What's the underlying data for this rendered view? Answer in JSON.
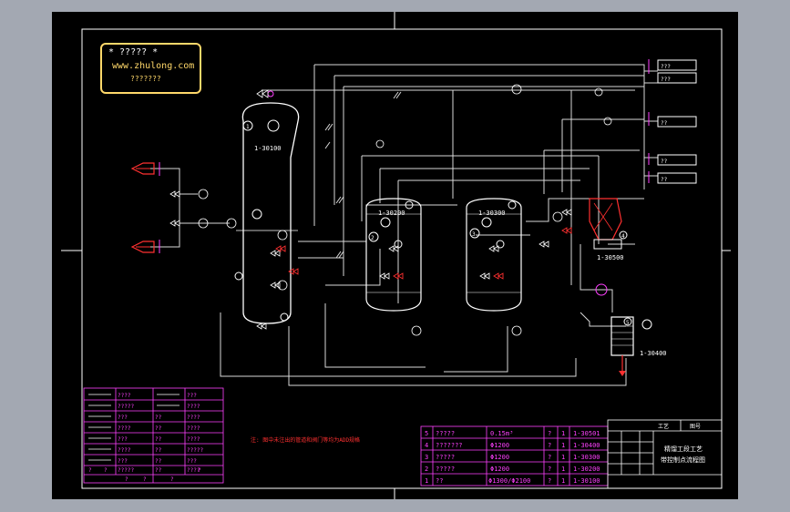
{
  "logo": {
    "line1": "* ????? *",
    "url": "www.zhulong.com",
    "line3": "???????"
  },
  "vessels": [
    {
      "tag": "1-30100",
      "no": "1"
    },
    {
      "tag": "1-30200",
      "no": "2"
    },
    {
      "tag": "1-30300",
      "no": "3"
    },
    {
      "tag": "1-30500",
      "no": "4"
    },
    {
      "tag": "1-30400",
      "no": "5"
    }
  ],
  "note": "注:  图中未注出的管道和阀门等均为ADD规格",
  "equipment_table": [
    {
      "no": "5",
      "name": "?????",
      "spec": "0.15m³",
      "q": "?",
      "n": "1",
      "tag": "1-30501"
    },
    {
      "no": "4",
      "name": "???????",
      "spec": "Φ1200",
      "q": "?",
      "n": "1",
      "tag": "1-30400"
    },
    {
      "no": "3",
      "name": "?????",
      "spec": "Φ1200",
      "q": "?",
      "n": "1",
      "tag": "1-30300"
    },
    {
      "no": "2",
      "name": "?????",
      "spec": "Φ1200",
      "q": "?",
      "n": "1",
      "tag": "1-30200"
    },
    {
      "no": "1",
      "name": "??",
      "spec": "Φ1300/Φ2100",
      "q": "?",
      "n": "1",
      "tag": "1-30100"
    }
  ],
  "title_block": {
    "line1": "精馏工段工艺",
    "line2": "带控制点流程图",
    "label1": "工艺",
    "label2": "图号"
  },
  "legend_rows": [
    [
      "????",
      "????",
      "????",
      "???"
    ],
    [
      "?????",
      "????",
      "????",
      "????"
    ],
    [
      "???",
      "????",
      "??",
      "????"
    ],
    [
      "????",
      "????",
      "??",
      "????"
    ],
    [
      "???",
      "????",
      "??",
      "????"
    ],
    [
      "????",
      "????",
      "??",
      "?????"
    ],
    [
      "???",
      "????",
      "??",
      "???"
    ],
    [
      "?????",
      "????",
      "??",
      "????"
    ]
  ],
  "legend_footer": [
    "?",
    "?",
    "?",
    "?",
    "?",
    "?"
  ],
  "right_outputs": [
    "???",
    "???",
    "??",
    "??",
    "??"
  ]
}
